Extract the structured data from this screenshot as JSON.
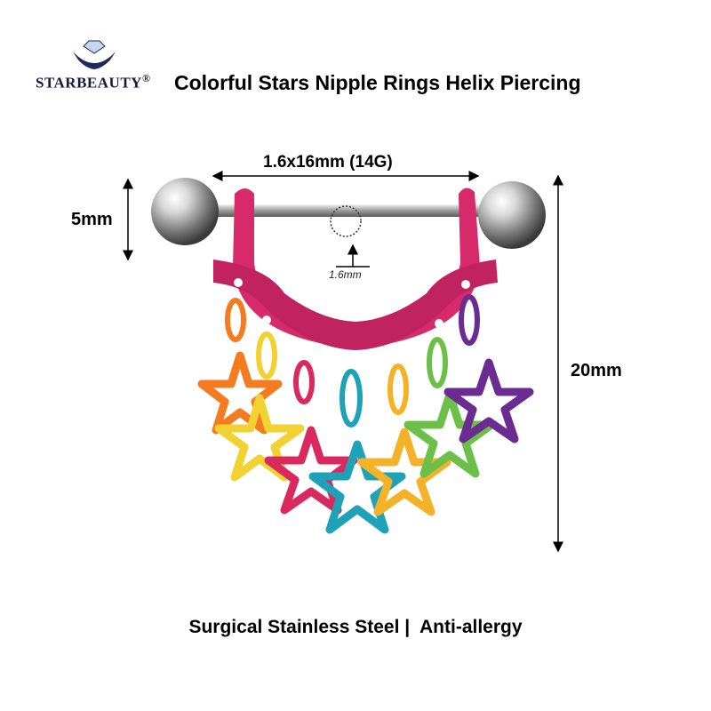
{
  "brand": {
    "name": "STARBEAUTY",
    "mark": "®",
    "logo_icon": "diamond-lotus-logo-icon",
    "logo_color": "#1f2a5c"
  },
  "title": "Colorful Stars Nipple Rings Helix Piercing",
  "dimensions": {
    "bar": "1.6x16mm (14G)",
    "ball": "5mm",
    "drop": "20mm",
    "gauge": "1.6mm"
  },
  "footer": "Surgical Stainless Steel |  Anti-allergy",
  "colors": {
    "shield": "#d62a6b",
    "stars": [
      "#f47b20",
      "#f2d233",
      "#d9295f",
      "#1fa2b8",
      "#f4b228",
      "#6cc04a",
      "#6a2c91"
    ]
  }
}
